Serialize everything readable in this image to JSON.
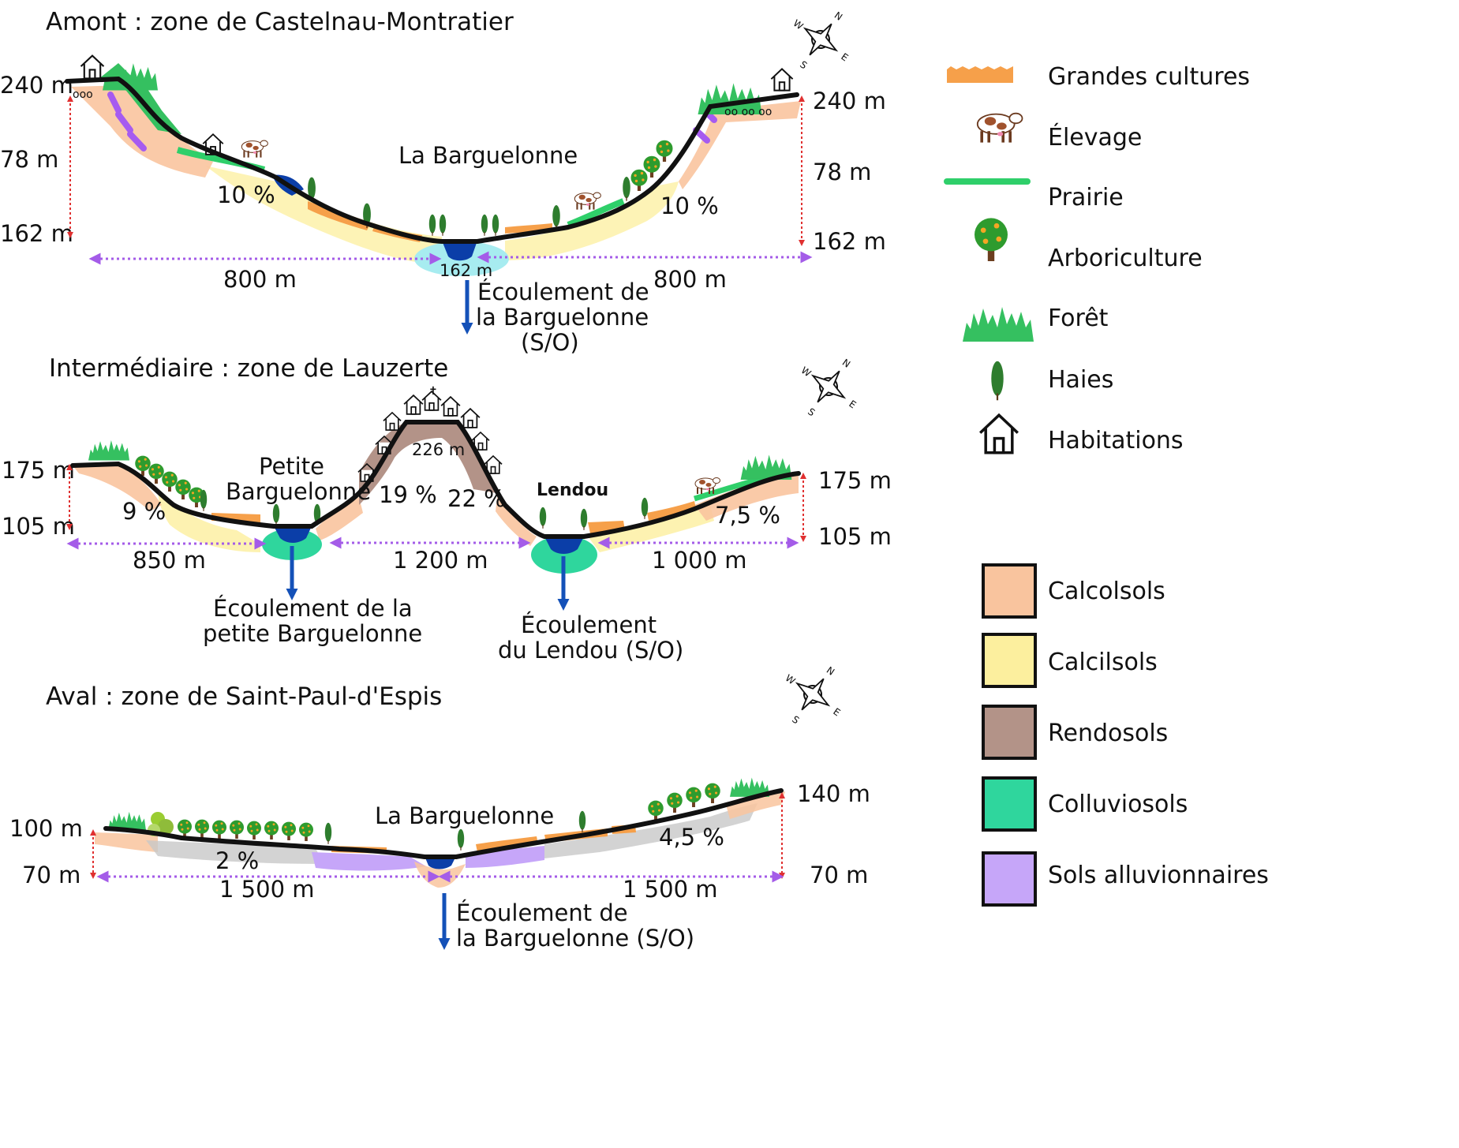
{
  "panels": [
    {
      "title": "Amont : zone de Castelnau-Montratier",
      "river": "La Barguelonne",
      "left": {
        "top": "240 m",
        "mid": "78 m",
        "bottom": "162 m",
        "distance": "800 m",
        "slope": "10 %"
      },
      "right": {
        "top": "240 m",
        "mid": "78 m",
        "bottom": "162 m",
        "distance": "800 m",
        "slope": "10 %"
      },
      "bottom_altitude": "162 m",
      "flow": [
        "Écoulement de",
        "la Barguelonne",
        "(S/O)"
      ]
    },
    {
      "title": "Intermédiaire : zone de Lauzerte",
      "river_left": [
        "Petite",
        "Barguelonne"
      ],
      "river_right": "Lendou",
      "summit": "226 m",
      "left": {
        "top": "175 m",
        "bottom": "105 m",
        "distance": "850 m",
        "slope": "9 %"
      },
      "middle": {
        "distance": "1 200 m",
        "slope_left": "19 %",
        "slope_right": "22 %"
      },
      "right": {
        "top": "175 m",
        "bottom": "105 m",
        "distance": "1 000 m",
        "slope": "7,5 %"
      },
      "flow_left": [
        "Écoulement de la",
        "petite Barguelonne"
      ],
      "flow_right": [
        "Écoulement",
        "du Lendou (S/O)"
      ]
    },
    {
      "title": "Aval : zone de Saint-Paul-d'Espis",
      "river": "La Barguelonne",
      "left": {
        "top": "100 m",
        "bottom": "70 m",
        "distance": "1 500 m",
        "slope": "2 %"
      },
      "right": {
        "top": "140 m",
        "bottom": "70 m",
        "distance": "1 500 m",
        "slope": "4,5 %"
      },
      "flow": [
        "Écoulement de",
        "la Barguelonne (S/O)"
      ]
    }
  ],
  "compass": {
    "n": "N",
    "e": "E",
    "s": "S",
    "w": "W"
  },
  "legend_landuse": [
    {
      "label": "Grandes cultures",
      "icon": "crops-icon"
    },
    {
      "label": "Élevage",
      "icon": "cow-icon"
    },
    {
      "label": "Prairie",
      "icon": "grassland-icon"
    },
    {
      "label": "Arboriculture",
      "icon": "orchard-tree-icon"
    },
    {
      "label": "Forêt",
      "icon": "forest-icon"
    },
    {
      "label": "Haies",
      "icon": "hedge-icon"
    },
    {
      "label": "Habitations",
      "icon": "house-icon"
    }
  ],
  "legend_soils": [
    {
      "label": "Calcolsols",
      "color": "#f9c49e"
    },
    {
      "label": "Calcilsols",
      "color": "#fcef9e"
    },
    {
      "label": "Rendosols",
      "color": "#b39388"
    },
    {
      "label": "Colluviosols",
      "color": "#2fd69d"
    },
    {
      "label": "Sols alluvionnaires",
      "color": "#c6a6f9"
    }
  ],
  "colors": {
    "terrain_line": "#111111",
    "river": "#0b3ea8",
    "flow_arrow": "#1451b8",
    "distance_arrow": "#a45ce8",
    "altitude_arrow": "#e03030",
    "crops": "#f6a04a",
    "grass": "#2fcf6a",
    "forest": "#35c060",
    "purple_strip": "#a65bf0",
    "gravel": "#c8c8c8",
    "water_halo": "#a7ecf0"
  }
}
